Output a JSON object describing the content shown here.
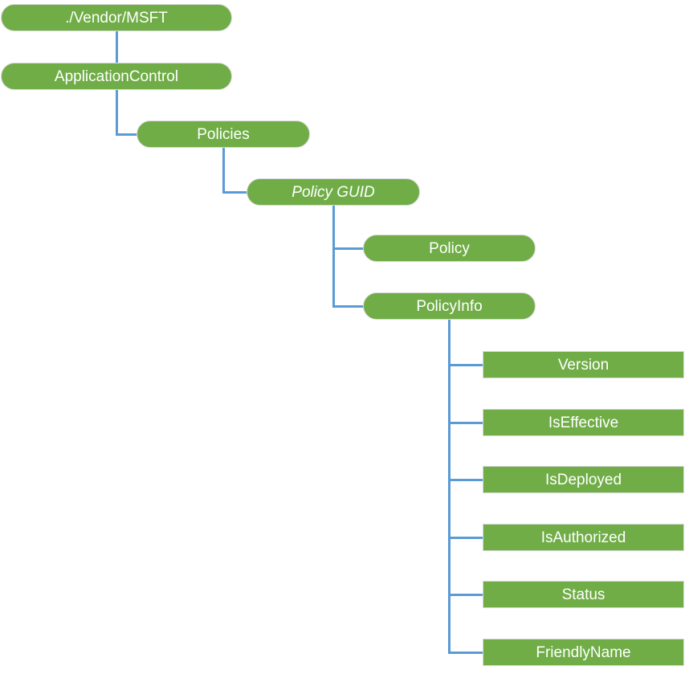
{
  "diagram": {
    "type": "tree",
    "orientation": "top-down",
    "colors": {
      "node_fill": "#70AD47",
      "node_border": "#d9d9d9",
      "node_text": "#ffffff",
      "connector": "#5B9BD5"
    },
    "tree": {
      "label": "./Vendor/MSFT",
      "shape": "pill",
      "children": [
        {
          "label": "ApplicationControl",
          "shape": "pill",
          "children": [
            {
              "label": "Policies",
              "shape": "pill",
              "children": [
                {
                  "label": "Policy GUID",
                  "shape": "pill",
                  "italic": true,
                  "children": [
                    {
                      "label": "Policy",
                      "shape": "pill",
                      "children": []
                    },
                    {
                      "label": "PolicyInfo",
                      "shape": "pill",
                      "children": [
                        {
                          "label": "Version",
                          "shape": "rect",
                          "children": []
                        },
                        {
                          "label": "IsEffective",
                          "shape": "rect",
                          "children": []
                        },
                        {
                          "label": "IsDeployed",
                          "shape": "rect",
                          "children": []
                        },
                        {
                          "label": "IsAuthorized",
                          "shape": "rect",
                          "children": []
                        },
                        {
                          "label": "Status",
                          "shape": "rect",
                          "children": []
                        },
                        {
                          "label": "FriendlyName",
                          "shape": "rect",
                          "children": []
                        }
                      ]
                    }
                  ]
                }
              ]
            }
          ]
        }
      ]
    }
  }
}
